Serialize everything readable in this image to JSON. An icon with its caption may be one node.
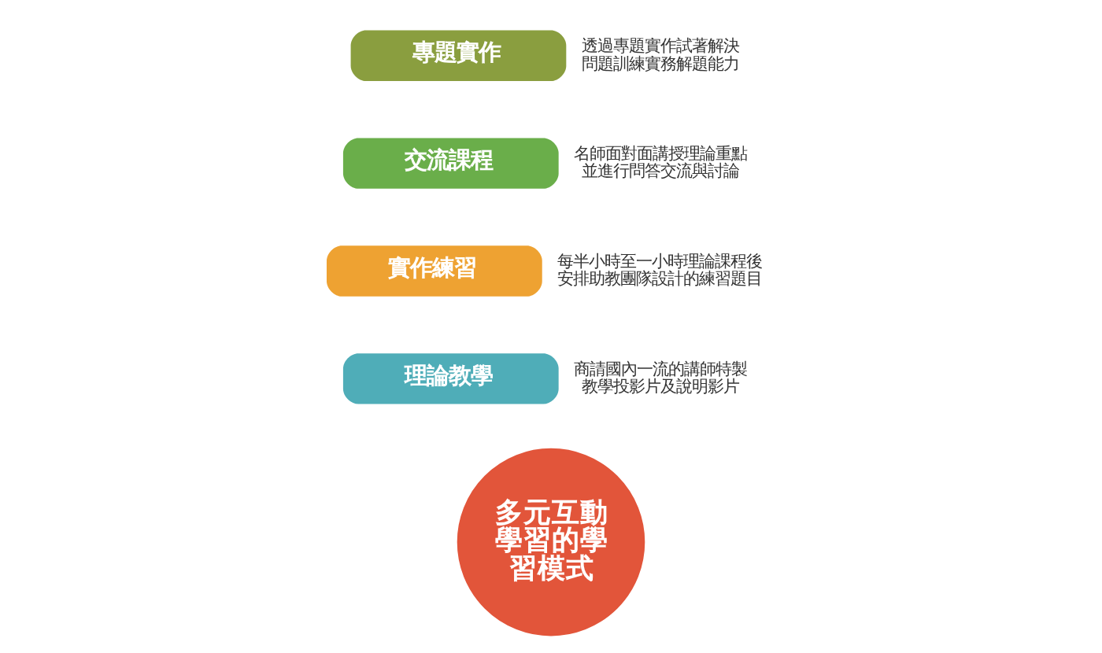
{
  "diagram": {
    "nodes": [
      {
        "text": [
          "多元互動學習的學習模式"
        ]
      },
      {
        "text": [
          "理論教學"
        ],
        "beside": [
          "商請國內一流的講師特製教學投影片及說明影片"
        ]
      },
      {
        "text": [
          "實作練習"
        ],
        "beside": [
          "每半小時至一小時理論課程後安排助教團隊設計的練習題目"
        ]
      },
      {
        "text": [
          "交流課程"
        ],
        "beside": [
          "名師面對面講授理論重點並進行問答交流與討論"
        ]
      },
      {
        "text": [
          "專題實作"
        ],
        "beside": [
          "透過專題實作試著解決問題訓練實務解題能力"
        ]
      }
    ]
  }
}
